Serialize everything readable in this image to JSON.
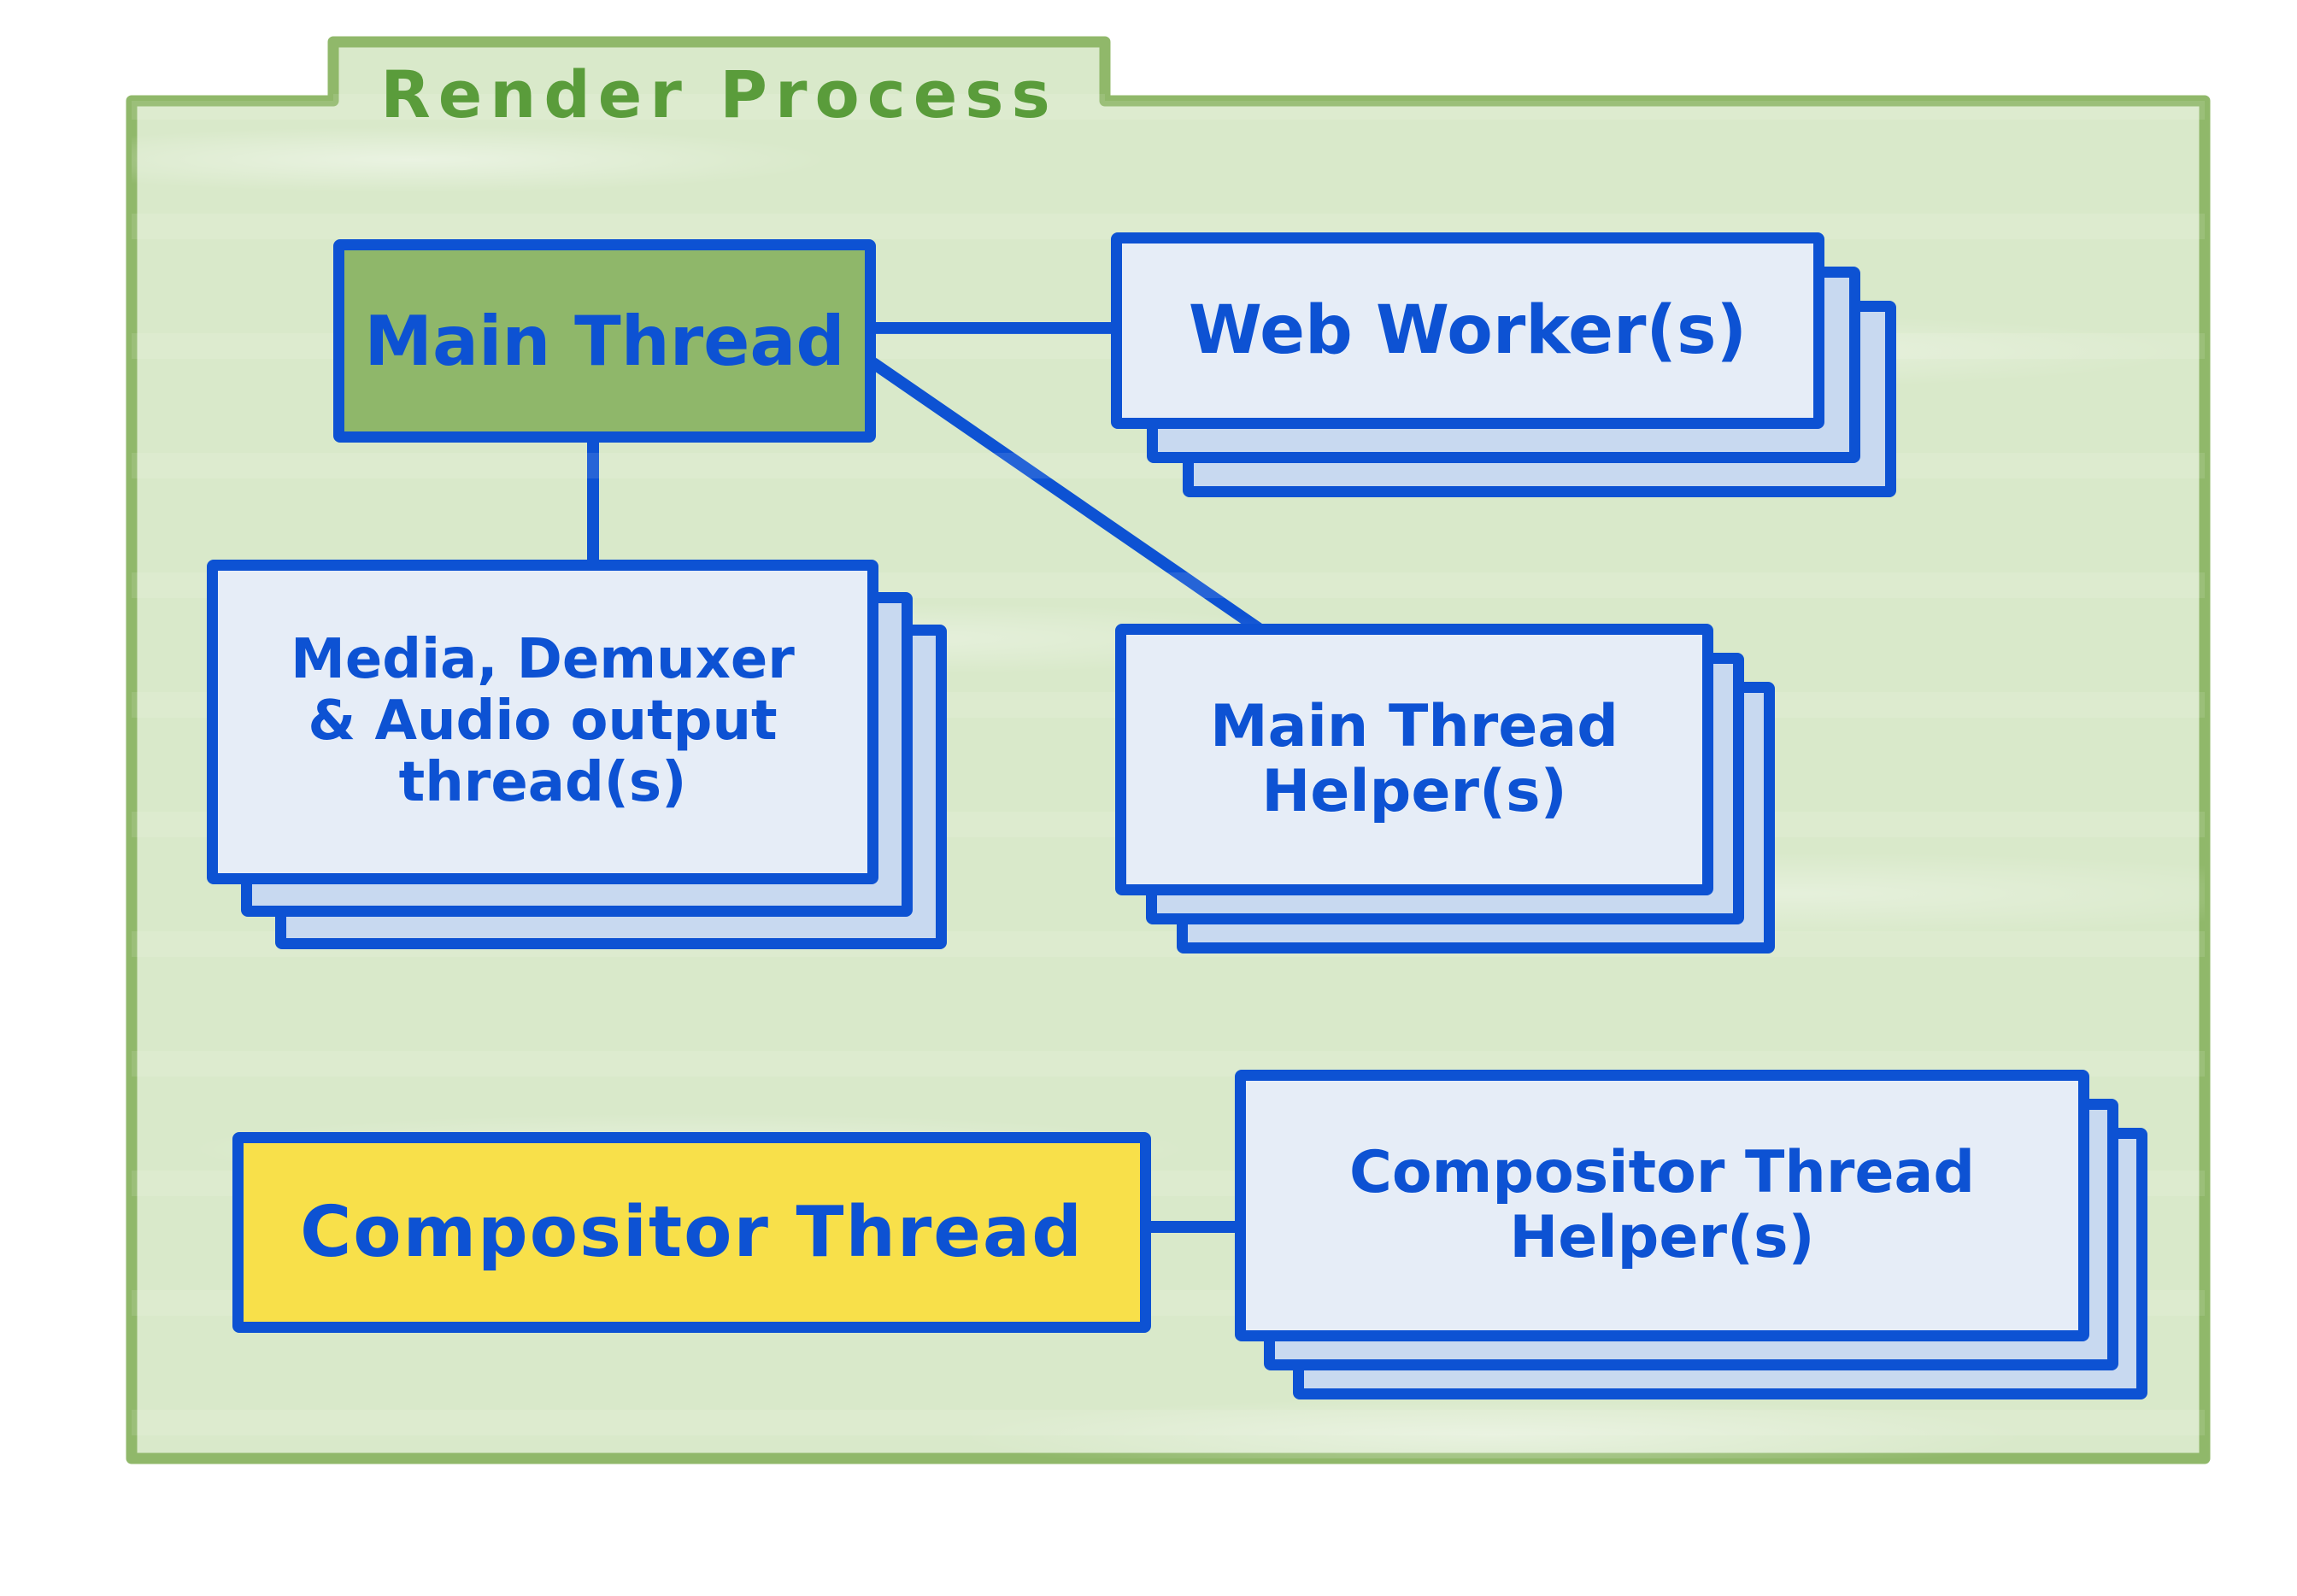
{
  "diagram": {
    "title": "Render Process",
    "nodes": {
      "main_thread": {
        "label": "Main Thread",
        "type": "box",
        "fill": "#8fb76a"
      },
      "web_workers": {
        "label": "Web Worker(s)",
        "type": "stack"
      },
      "media": {
        "line1": "Media, Demuxer",
        "line2": "& Audio output",
        "line3": "thread(s)",
        "type": "stack"
      },
      "main_thread_helpers": {
        "line1": "Main Thread",
        "line2": "Helper(s)",
        "type": "stack"
      },
      "compositor": {
        "label": "Compositor Thread",
        "type": "box",
        "fill": "#f8e04a"
      },
      "compositor_helpers": {
        "line1": "Compositor Thread",
        "line2": "Helper(s)",
        "type": "stack"
      }
    },
    "edges": [
      {
        "from": "main_thread",
        "to": "web_workers"
      },
      {
        "from": "main_thread",
        "to": "media"
      },
      {
        "from": "main_thread",
        "to": "main_thread_helpers"
      },
      {
        "from": "compositor",
        "to": "compositor_helpers"
      }
    ],
    "colors": {
      "ink_blue": "#0d52d3",
      "folder_border": "#90b86a",
      "folder_fill": "#d9e9ca",
      "title_green": "#5a9c3b",
      "main_thread_fill": "#8fb76a",
      "compositor_fill": "#f8e04a",
      "card_front": "#e6edf7",
      "card_back": "#c8d9f0"
    }
  }
}
